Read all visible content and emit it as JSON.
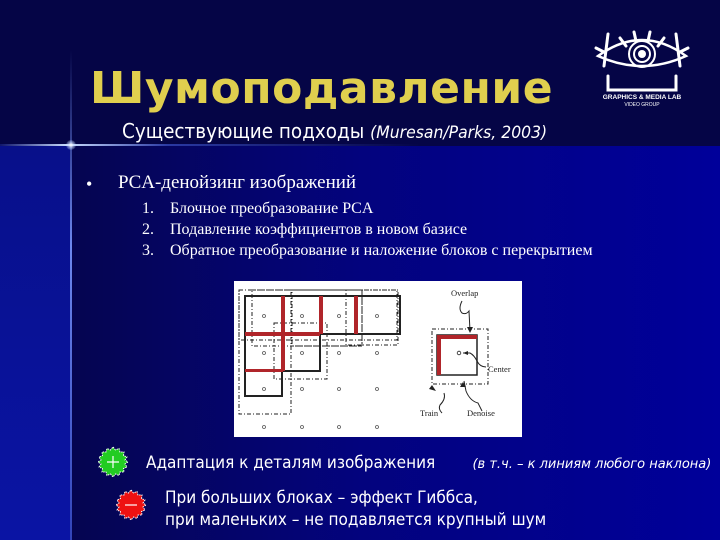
{
  "slide": {
    "title": "Шумоподавление",
    "subtitle": "Существующие подходы",
    "citation": "(Muresan/Parks, 2003)",
    "logo": {
      "icon": "eye-logo-icon",
      "line1": "GRAPHICS & MEDIA LAB",
      "line2": "VIDEO GROUP"
    },
    "bullet": {
      "text": "PCA-денойзинг изображений",
      "steps": [
        {
          "num": "1.",
          "text": "Блочное преобразование PCA"
        },
        {
          "num": "2.",
          "text": "Подавление коэффициентов в новом базисе"
        },
        {
          "num": "3.",
          "text": "Обратное преобразование и наложение блоков с перекрытием"
        }
      ]
    },
    "diagram": {
      "labels": {
        "overlap": "Overlap",
        "center": "Center",
        "train": "Train",
        "denoise": "Denoise"
      }
    },
    "pros": {
      "icon": "plus-badge-icon",
      "symbol": "+",
      "color": "#22cc22",
      "text": "Адаптация к деталям изображения",
      "note": "(в т.ч. – к линиям любого наклона)"
    },
    "cons": {
      "icon": "minus-badge-icon",
      "symbol": "–",
      "color": "#ee1111",
      "line1": "При больших блоках – эффект Гиббса,",
      "line2": "при маленьких – не подавляется крупный шум"
    },
    "colors": {
      "title": "#e0cf4e",
      "background_top": "#050546",
      "background_panel_right": "#00009a",
      "overlap_highlight": "#b0252a"
    }
  }
}
